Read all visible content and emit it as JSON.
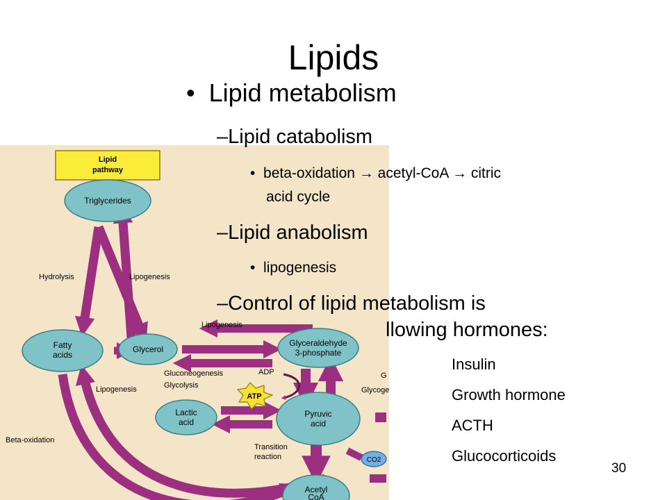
{
  "slide": {
    "title": "Lipids",
    "bullet": "Lipid metabolism",
    "catabolism": {
      "heading": "Lipid catabolism",
      "detail_parts": [
        "beta-oxidation",
        "acetyl-CoA",
        "citric"
      ],
      "detail_line2": "acid cycle",
      "arrow_glyph": "→"
    },
    "anabolism": {
      "heading": "Lipid anabolism",
      "detail": "lipogenesis"
    },
    "control": {
      "line1": "Control of lipid metabolism is",
      "line2_visible": "llowing hormones:"
    },
    "hormones": [
      "Insulin",
      "Growth hormone",
      "ACTH",
      "Glucocorticoids"
    ],
    "page_number": "30"
  },
  "diagram": {
    "box_label": [
      "Lipid",
      "pathway"
    ],
    "nodes": {
      "triglycerides": "Triglycerides",
      "fatty_acids": [
        "Fatty",
        "acids"
      ],
      "glycerol": "Glycerol",
      "glyceraldehyde": [
        "Glyceraldehyde",
        "3-phosphate"
      ],
      "lactic_acid": [
        "Lactic",
        "acid"
      ],
      "pyruvic_acid": [
        "Pyruvic",
        "acid"
      ],
      "acetyl_coa": [
        "Acetyl",
        "CoA"
      ]
    },
    "labels": {
      "hydrolysis": "Hydrolysis",
      "lipogenesis_upper": "Lipogenesis",
      "lipogenesis_top": "Lipogenesis",
      "gluconeogenesis": "Gluconeogenesis",
      "adp": "ADP",
      "atp": "ATP",
      "glycolysis": "Glycolysis",
      "lipogenesis_lower": "Lipogenesis",
      "glycogen_partial": "Glycoge",
      "beta_oxidation": "Beta-oxidation",
      "transition": [
        "Transition",
        "reaction"
      ],
      "co2": "CO2",
      "g_partial": "G"
    },
    "colors": {
      "background": "#f4e4c8",
      "arrow": "#9c2f7f",
      "arrow_edge": "#5e1450",
      "node": "#7fc3c8",
      "node_edge": "#3d7d85",
      "box": "#fbec3a",
      "atp_star": "#f6e030",
      "co2": "#6fb1e6"
    }
  }
}
